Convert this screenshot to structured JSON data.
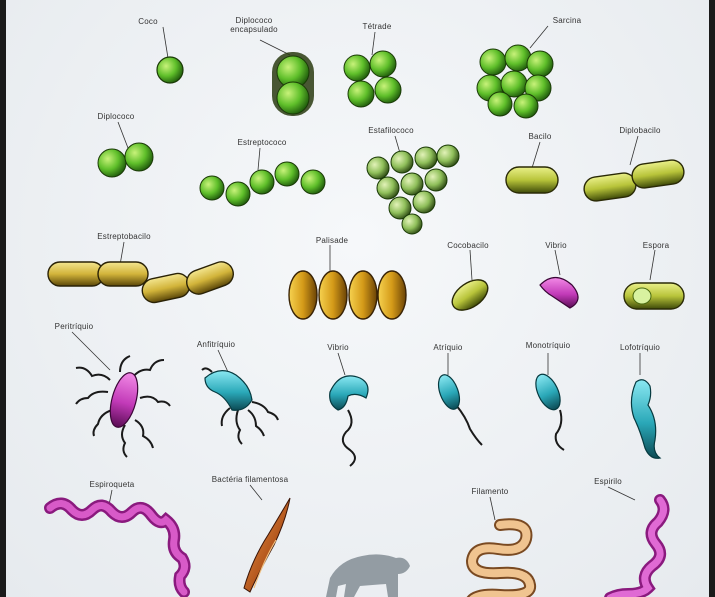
{
  "labels": {
    "coco": "Coco",
    "diplococo_encapsulado": "Diplococo encapsulado",
    "tetrade": "Tétrade",
    "sarcina": "Sarcina",
    "diplococo": "Diplococo",
    "estreptococo": "Estreptococo",
    "estafilococo": "Estafilococo",
    "bacilo": "Bacilo",
    "diplobacilo": "Diplobacilo",
    "estreptobacilo": "Estreptobacilo",
    "palisade": "Palisade",
    "cocobacilo": "Cocobacilo",
    "vibrio_small": "Vibrio",
    "espora": "Espora",
    "peritriquio": "Peritríquio",
    "anfitriquio": "Anfitríquio",
    "vibrio": "Vibrio",
    "atriquio": "Atríquio",
    "monotriquio": "Monotríquio",
    "lofotriquio": "Lofotríquio",
    "espiroqueta": "Espiroqueta",
    "bacterio_filamentoso": "Bactéria filamentosa",
    "filamento": "Filamento",
    "espirilo": "Espirilo"
  },
  "colors": {
    "coccus_green": "#5fbf2a",
    "coccus_dark": "#1f5a0c",
    "bacillus_yellow": "#d8c24a",
    "bacillus_dark": "#4a3a08",
    "magenta": "#c23ab8",
    "teal": "#2aa8b8",
    "orange": "#d9a06a"
  }
}
